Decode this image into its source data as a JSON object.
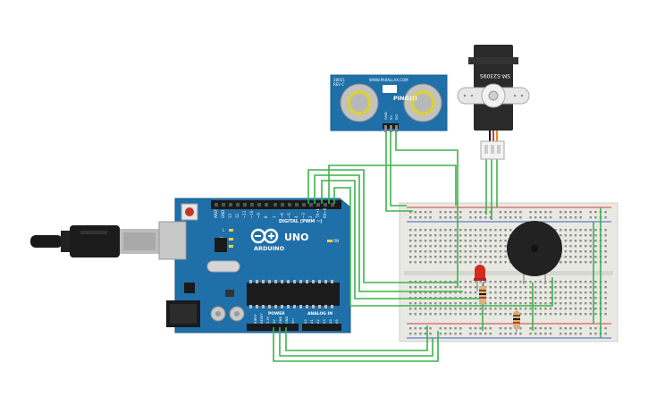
{
  "arduino": {
    "logo_text": "ARDUINO",
    "model": "UNO",
    "header_digital": "DIGITAL (PWM ~)",
    "header_power": "POWER",
    "header_analog": "ANALOG IN",
    "on_label": "ON",
    "l_label": "L",
    "tx_label": "TX",
    "rx_label": "RX",
    "power_pins": [
      "IOREF",
      "RESET",
      "3.3V",
      "5V",
      "GND",
      "GND",
      "Vin"
    ],
    "analog_pins": [
      "A0",
      "A1",
      "A2",
      "A3",
      "A4",
      "A5"
    ],
    "digital_pins": [
      "AREF",
      "GND",
      "13",
      "12",
      "~11",
      "~10",
      "~9",
      "8",
      "7",
      "~6",
      "~5",
      "4",
      "~3",
      "2",
      "TX→1",
      "RX←0"
    ]
  },
  "ping_sensor": {
    "brand": "WWW.PARALLAX.COM",
    "label": "PING)))",
    "model": "28015",
    "rev": "REV C",
    "pins": [
      "GND",
      "5V",
      "SIG"
    ]
  },
  "servo": {
    "model": "SM-S2309S"
  },
  "colors": {
    "wire": "#3cb44b",
    "board_blue": "#1f6fa8",
    "breadboard": "#e9e9e4",
    "rail_red": "#d63c3c",
    "rail_blue": "#3b63c4",
    "led": "#d42a20",
    "buzzer": "#222222"
  }
}
